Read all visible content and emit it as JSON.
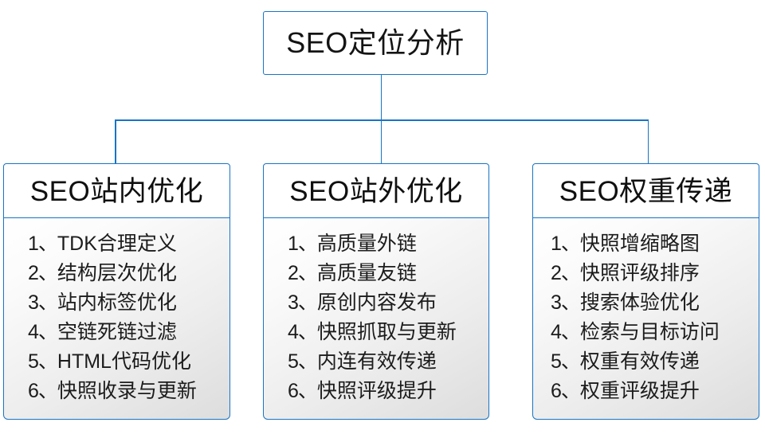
{
  "diagram": {
    "type": "org-tree",
    "accent_color": "#1874c6",
    "text_color": "#141414",
    "body_fill_top": "#ffffff",
    "body_fill_bottom": "#dddddd",
    "root": {
      "label": "SEO定位分析"
    },
    "branches": [
      {
        "id": "on-site",
        "header": "SEO站内优化",
        "items": [
          {
            "num": "1、",
            "text": "TDK合理定义"
          },
          {
            "num": "2、",
            "text": "结构层次优化"
          },
          {
            "num": "3、",
            "text": "站内标签优化"
          },
          {
            "num": "4、",
            "text": "空链死链过滤"
          },
          {
            "num": "5、",
            "text": "HTML代码优化"
          },
          {
            "num": "6、",
            "text": "快照收录与更新"
          }
        ]
      },
      {
        "id": "off-site",
        "header": "SEO站外优化",
        "items": [
          {
            "num": "1、",
            "text": "高质量外链"
          },
          {
            "num": "2、",
            "text": "高质量友链"
          },
          {
            "num": "3、",
            "text": "原创内容发布"
          },
          {
            "num": "4、",
            "text": "快照抓取与更新"
          },
          {
            "num": "5、",
            "text": "内连有效传递"
          },
          {
            "num": "6、",
            "text": "快照评级提升"
          }
        ]
      },
      {
        "id": "weight-transfer",
        "header": "SEO权重传递",
        "items": [
          {
            "num": "1、",
            "text": "快照增缩略图"
          },
          {
            "num": "2、",
            "text": "快照评级排序"
          },
          {
            "num": "3、",
            "text": "搜索体验优化"
          },
          {
            "num": "4、",
            "text": "检索与目标访问"
          },
          {
            "num": "5、",
            "text": "权重有效传递"
          },
          {
            "num": "6、",
            "text": "权重评级提升"
          }
        ]
      }
    ]
  }
}
